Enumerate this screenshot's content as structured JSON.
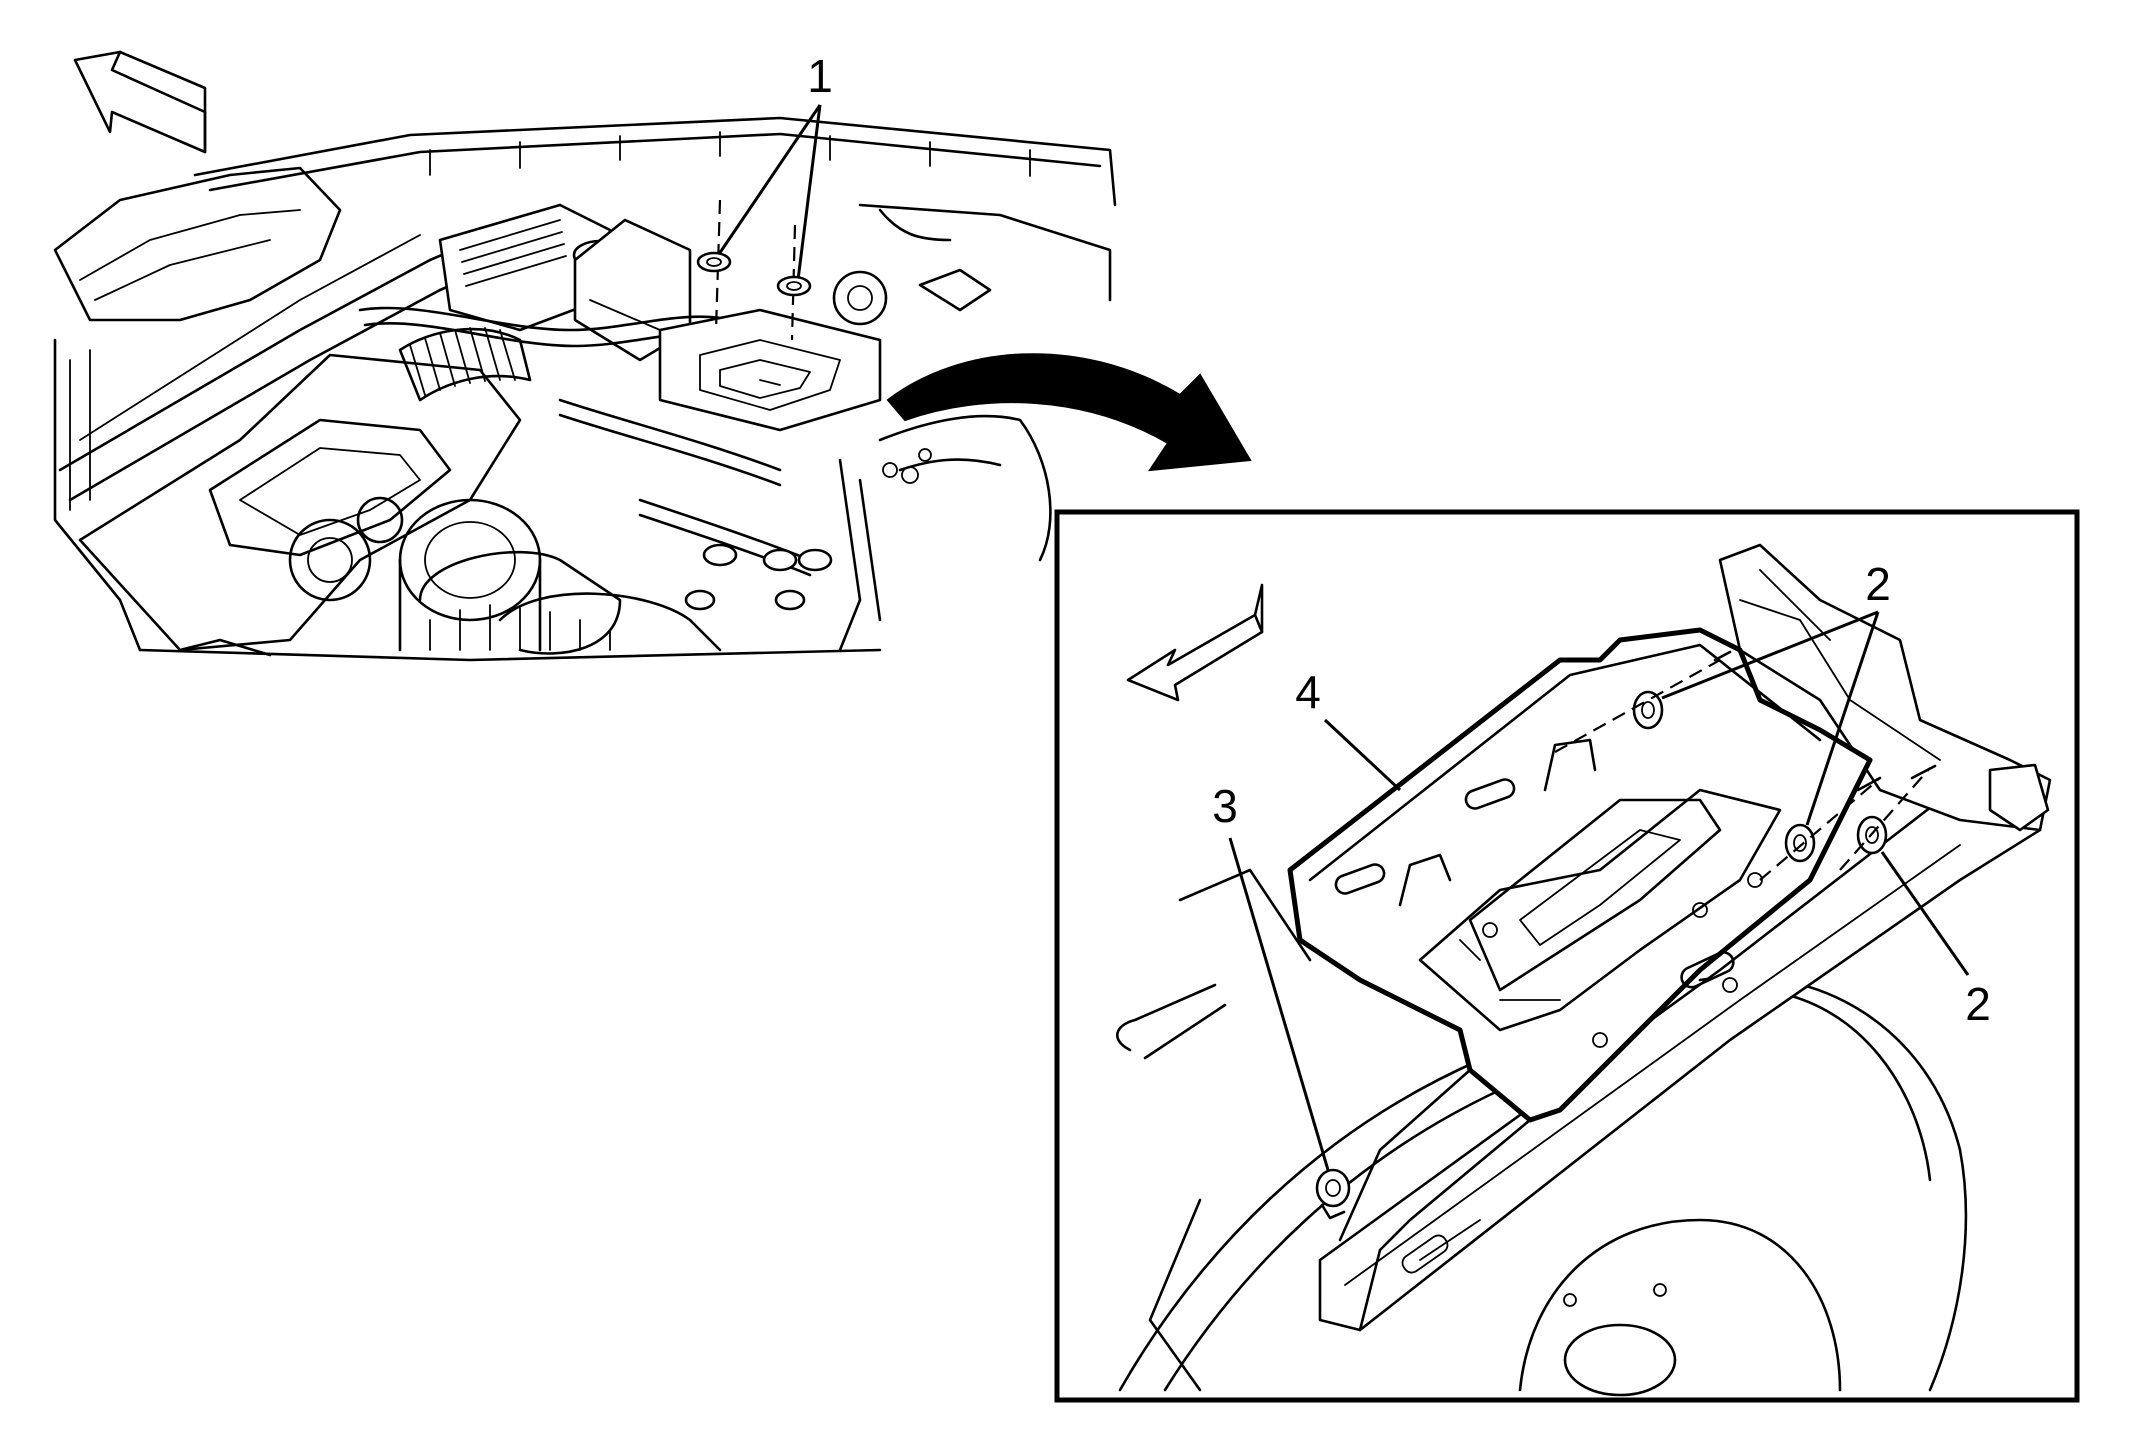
{
  "callouts": {
    "c1": "1",
    "c2_top": "2",
    "c2_right": "2",
    "c3": "3",
    "c4": "4"
  },
  "icons": {
    "forward_arrow_main": "forward-direction-arrow",
    "forward_arrow_detail": "forward-direction-arrow",
    "transition_arrow": "curved-arrow"
  }
}
